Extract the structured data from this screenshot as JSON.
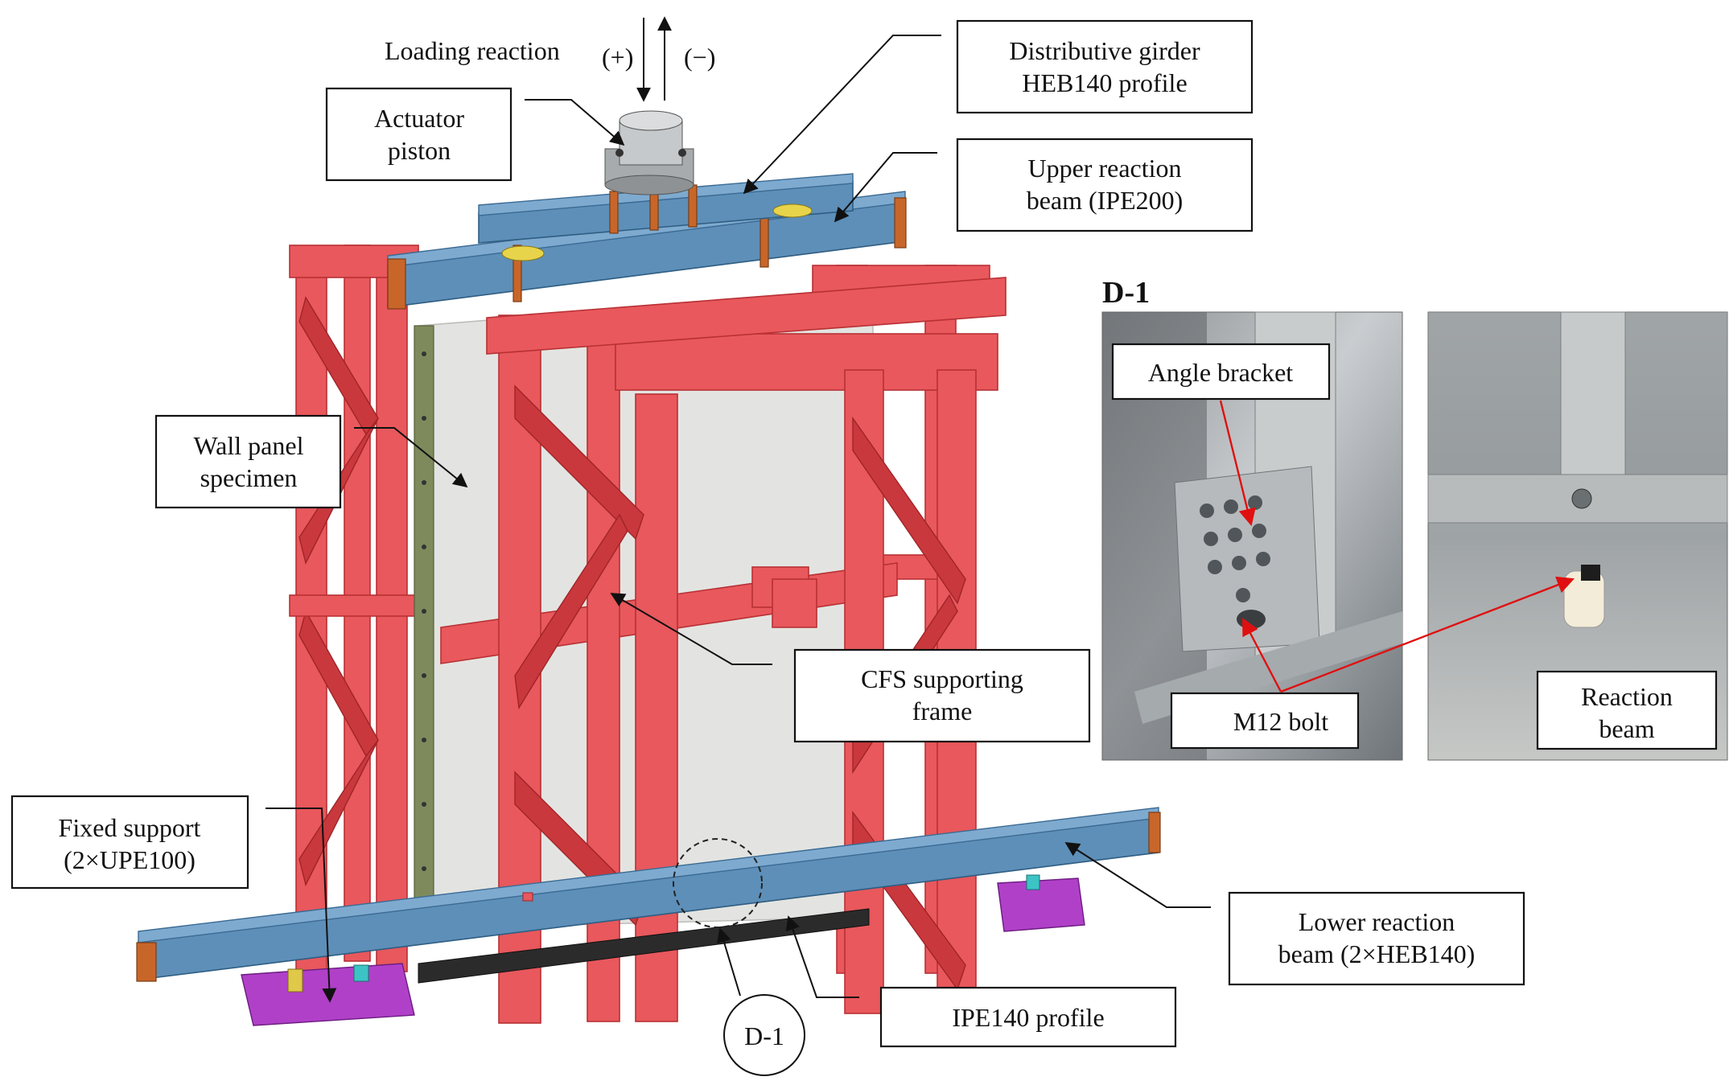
{
  "labels": {
    "loading_reaction": "Loading reaction",
    "plus": "(+)",
    "minus": "(−)",
    "actuator_line1": "Actuator",
    "actuator_line2": "piston",
    "dist_girder_line1": "Distributive girder",
    "dist_girder_line2": "HEB140 profile",
    "upper_beam_line1": "Upper reaction",
    "upper_beam_line2": "beam (IPE200)",
    "wall_panel_line1": "Wall panel",
    "wall_panel_line2": "specimen",
    "cfs_frame_line1": "CFS supporting",
    "cfs_frame_line2": "frame",
    "fixed_support_line1": "Fixed support",
    "fixed_support_line2": "(2×UPE100)",
    "lower_beam_line1": "Lower reaction",
    "lower_beam_line2": "beam (2×HEB140)",
    "ipe140": "IPE140 profile",
    "d1_circle": "D-1",
    "d1_heading": "D-1",
    "angle_bracket": "Angle bracket",
    "m12_bolt": "M12 bolt",
    "reaction_beam_line1": "Reaction",
    "reaction_beam_line2": "beam"
  },
  "colors": {
    "frame_red": "#e8585c",
    "beam_blue": "#5d8fb8",
    "end_plate_orange": "#c8662a",
    "support_purple": "#b040c8",
    "panel_grey": "#e3e4e1",
    "callout_red": "#e01010"
  }
}
